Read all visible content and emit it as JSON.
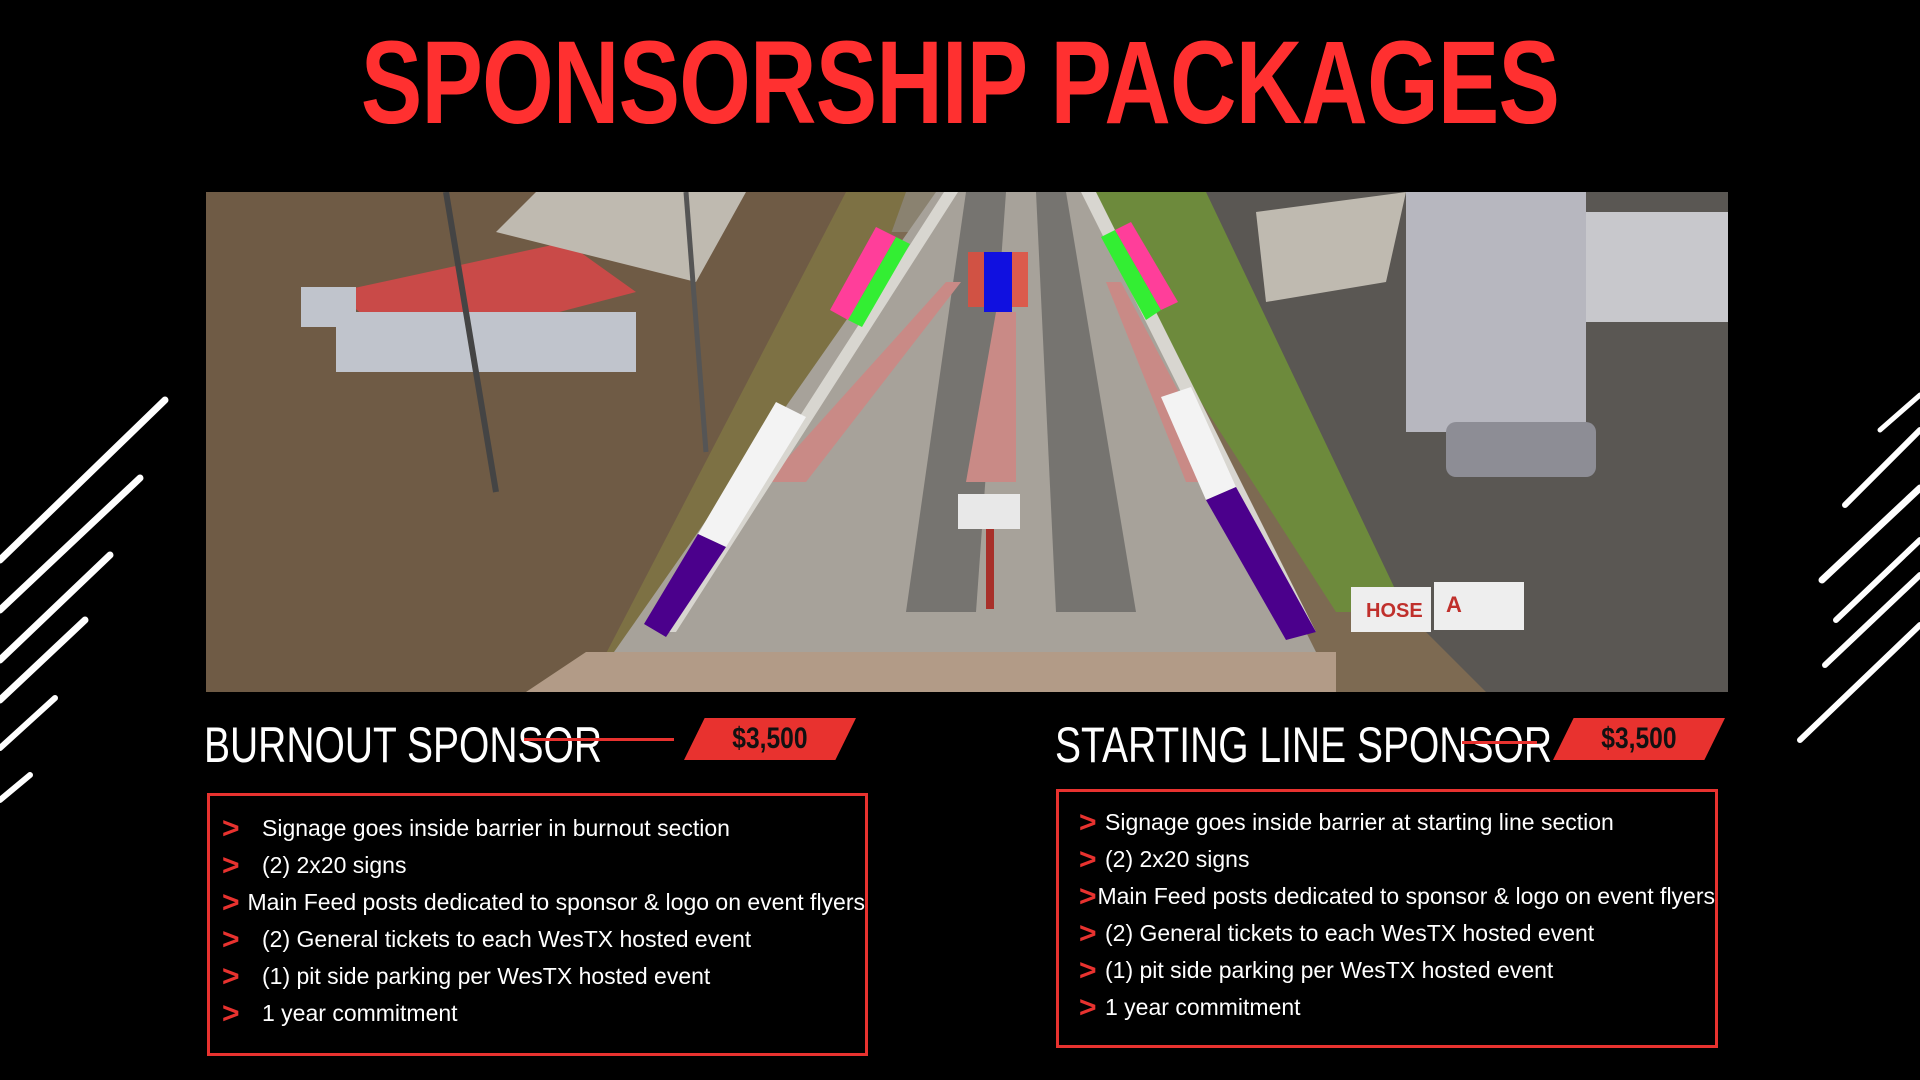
{
  "title": "SPONSORSHIP PACKAGES",
  "colors": {
    "accent": "#e8322f",
    "title": "#ff3030",
    "background": "#000000"
  },
  "photo": {
    "description_icon": "drag-strip-aerial-photo",
    "signs": [
      "HOSE",
      "A"
    ]
  },
  "packages": [
    {
      "name": "BURNOUT SPONSOR",
      "price": "$3,500",
      "items": [
        "Signage goes inside barrier in burnout section",
        "(2) 2x20 signs",
        "Main Feed posts dedicated to sponsor & logo on event flyers",
        "(2) General tickets to each WesTX hosted event",
        "(1) pit side parking per WesTX hosted event",
        "1 year commitment"
      ]
    },
    {
      "name": "STARTING LINE SPONSOR",
      "price": "$3,500",
      "items": [
        "Signage goes inside barrier at starting line section",
        "(2) 2x20 signs",
        "Main Feed posts dedicated to sponsor & logo on event flyers",
        "(2) General tickets to each WesTX hosted event",
        "(1) pit side parking per WesTX hosted event",
        "1 year commitment"
      ]
    }
  ],
  "bullet_glyph": ">"
}
